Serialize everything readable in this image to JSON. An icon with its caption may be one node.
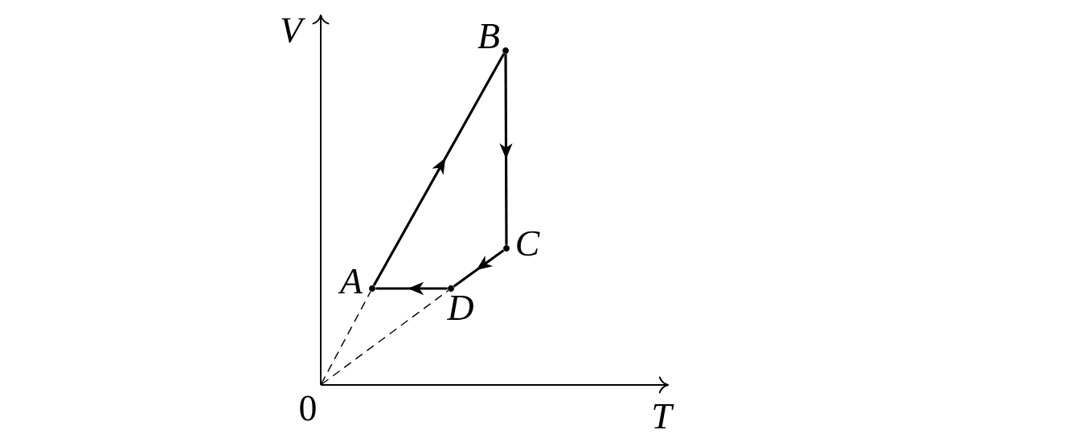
{
  "diagram": {
    "nodes": [
      {
        "text": [
          "0"
        ]
      },
      {
        "text": [
          "A"
        ]
      },
      {
        "text": [
          "B"
        ]
      },
      {
        "text": [
          "C"
        ]
      },
      {
        "text": [
          "D"
        ]
      }
    ],
    "edges": [
      {
        "from": 1,
        "to": 2,
        "arrow": "to"
      },
      {
        "from": 2,
        "to": 3,
        "arrow": "to"
      },
      {
        "from": 3,
        "to": 4,
        "arrow": "to"
      },
      {
        "from": 4,
        "to": 1,
        "arrow": "to"
      },
      {
        "from": 0,
        "to": 1,
        "arrow": "none",
        "style": "dashed"
      },
      {
        "from": 0,
        "to": 4,
        "arrow": "none",
        "style": "dashed"
      }
    ],
    "labels": [
      "V",
      "T"
    ]
  }
}
